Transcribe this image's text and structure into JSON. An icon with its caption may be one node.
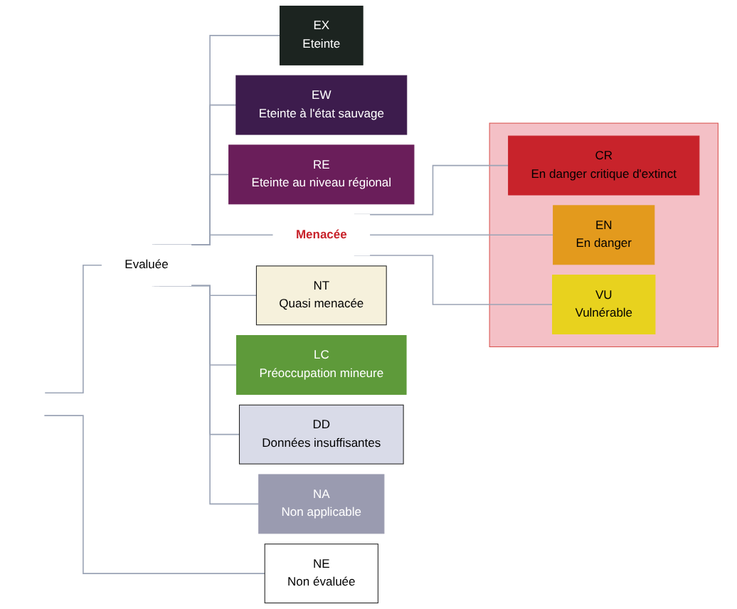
{
  "diagram": {
    "nodes": [
      {
        "text": [
          "EX",
          "Eteinte"
        ]
      },
      {
        "text": [
          "EW",
          "Eteinte à l'état sauvage"
        ]
      },
      {
        "text": [
          "RE",
          "Eteinte au niveau régional"
        ]
      },
      {
        "text": [
          "Menacée"
        ]
      },
      {
        "text": [],
        "shape": "box"
      },
      {
        "text": [
          "CR",
          "En danger critique d'extinct"
        ],
        "in": 4
      },
      {
        "text": [
          "EN",
          "En danger"
        ],
        "in": 4
      },
      {
        "text": [
          "VU",
          "Vulnérable"
        ],
        "in": 4
      },
      {
        "text": [
          "NT",
          "Quasi menacée"
        ]
      },
      {
        "text": [
          "LC",
          "Préoccupation mineure"
        ]
      },
      {
        "text": [
          "Evaluée"
        ]
      },
      {
        "text": [
          "DD",
          "Données insuffisantes"
        ]
      },
      {
        "text": [
          "NA",
          "Non applicable"
        ]
      },
      {
        "text": [
          "NE",
          "Non évaluée"
        ]
      }
    ],
    "edges": [
      {
        "from": null,
        "to": 10,
        "arrow": "none"
      },
      {
        "from": null,
        "to": 13,
        "arrow": "none"
      },
      {
        "from": 10,
        "to": 0,
        "arrow": "none"
      },
      {
        "from": 10,
        "to": 1,
        "arrow": "none"
      },
      {
        "from": 10,
        "to": 2,
        "arrow": "none"
      },
      {
        "from": 10,
        "to": 3,
        "arrow": "none"
      },
      {
        "from": 3,
        "to": 5,
        "arrow": "none"
      },
      {
        "from": 3,
        "to": 6,
        "arrow": "none"
      },
      {
        "from": 3,
        "to": 7,
        "arrow": "none"
      },
      {
        "from": 10,
        "to": 8,
        "arrow": "none"
      },
      {
        "from": 10,
        "to": 9,
        "arrow": "none"
      },
      {
        "from": 10,
        "to": 11,
        "arrow": "none"
      },
      {
        "from": 10,
        "to": 12,
        "arrow": "none"
      }
    ]
  }
}
